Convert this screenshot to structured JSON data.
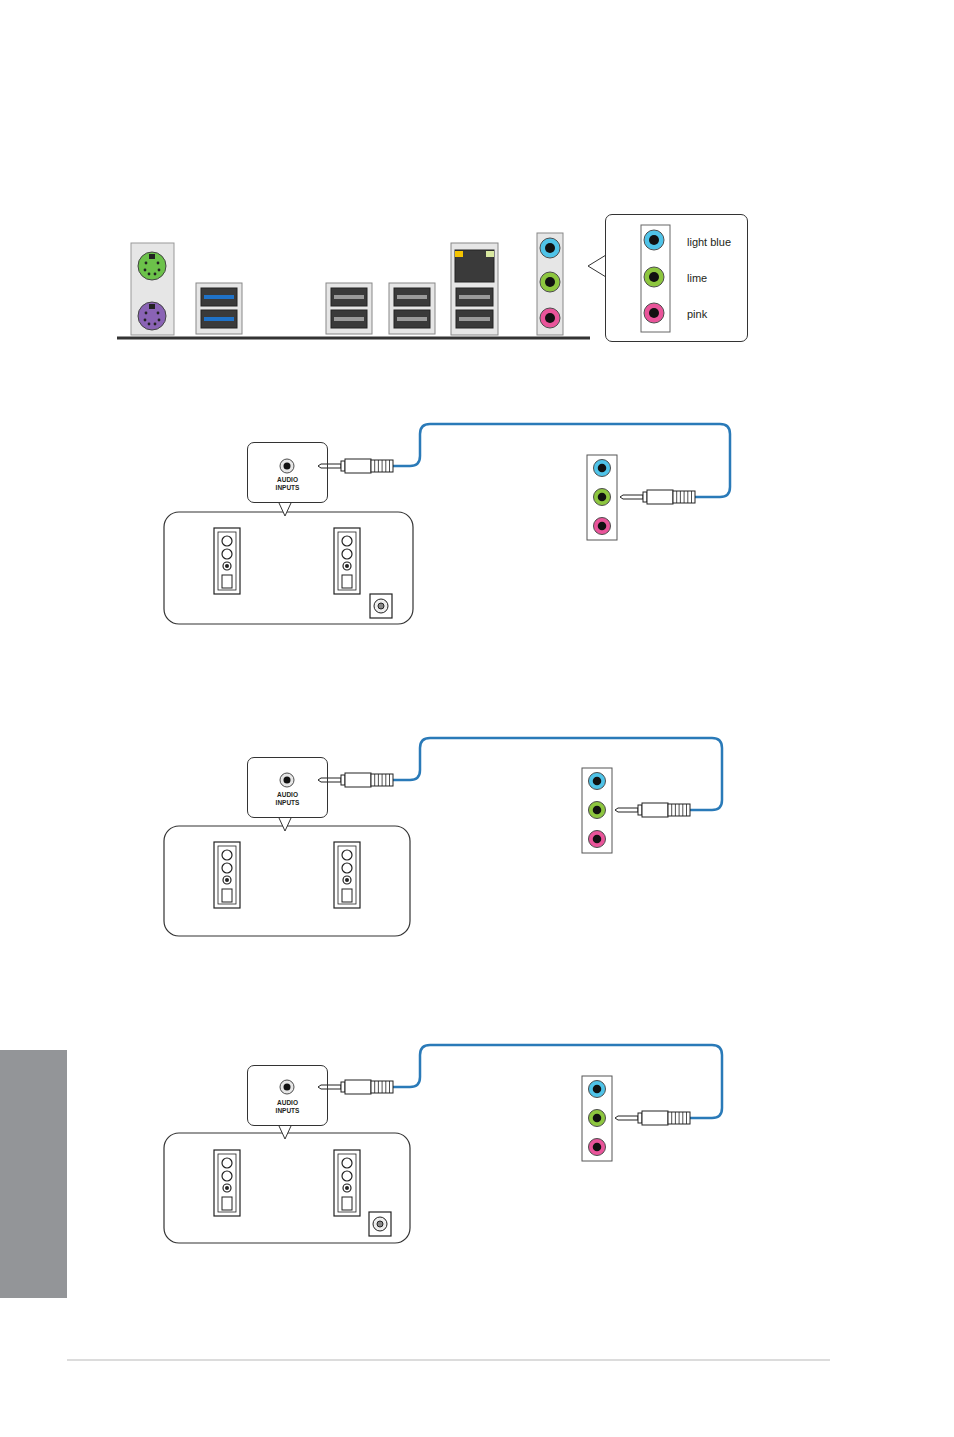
{
  "diagram": {
    "nodes": [
      {
        "text": [
          "light blue",
          "lime",
          "pink"
        ]
      },
      {
        "text": [
          "AUDIO INPUTS"
        ]
      },
      {
        "text": [
          "AUDIO INPUTS"
        ]
      },
      {
        "text": [
          "AUDIO INPUTS"
        ]
      }
    ]
  }
}
